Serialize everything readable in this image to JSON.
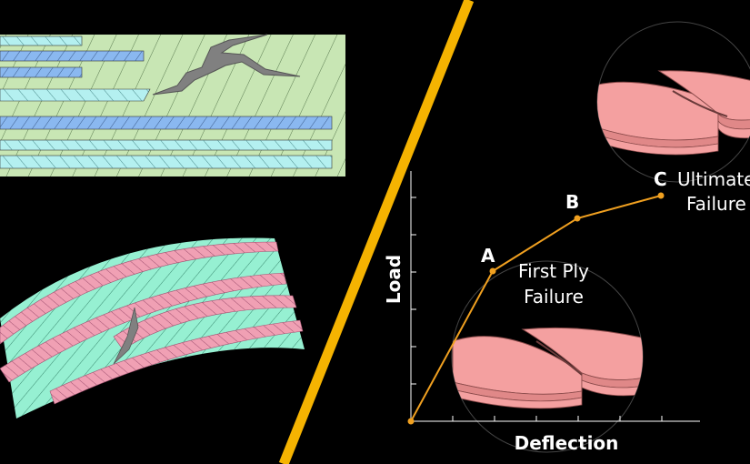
{
  "colors": {
    "background": "#000000",
    "divider": "#f5b301",
    "curve": "#f0a020",
    "laminate_green": "#c8e6b4",
    "ply_blue": "#8ab8f0",
    "ply_cyan": "#b4f0f0",
    "curved_ply_green": "#96f0d2",
    "curved_ply_pink": "#f0a0b4",
    "crack_gray": "#808080",
    "fracture_pink": "#f4a0a0"
  },
  "graph": {
    "x_label": "Deflection",
    "y_label": "Load",
    "points": [
      {
        "id": "A",
        "label": "A",
        "note_lines": [
          "First Ply",
          "Failure"
        ]
      },
      {
        "id": "B",
        "label": "B",
        "note_lines": []
      },
      {
        "id": "C",
        "label": "C",
        "note_lines": [
          "Ultimate",
          "Failure"
        ]
      }
    ]
  },
  "panels": {
    "top_left": "delaminated-laminate-with-crack",
    "bottom_left": "curved-laminate-with-crack",
    "fracture_top": "ultimate-failure-fracture-surface",
    "fracture_bottom": "first-ply-failure-fracture-surface"
  }
}
